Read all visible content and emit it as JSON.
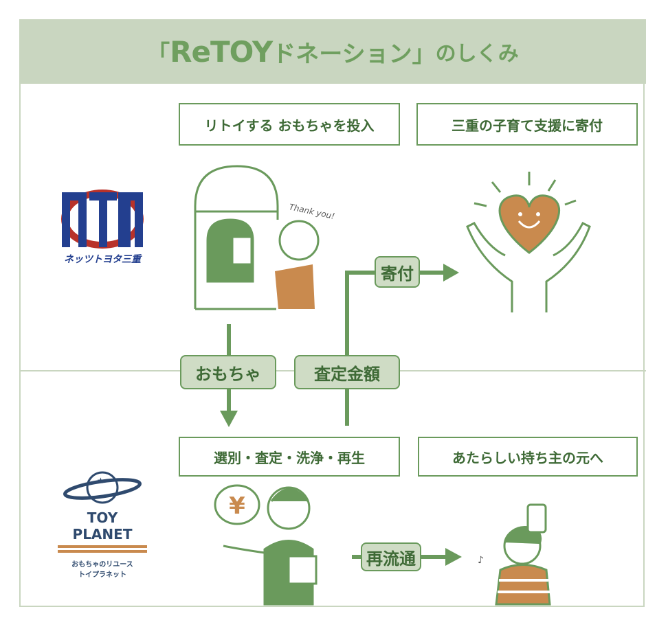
{
  "header": {
    "bracket_open": "「",
    "logo": "ReTOY",
    "title_rest": "ドネーション",
    "bracket_close": "」",
    "suffix": "のしくみ"
  },
  "logos": {
    "netz": {
      "mark": "NTM",
      "name": "ネッツトヨタ三重"
    },
    "toyplanet": {
      "name": "TOY PLANET",
      "sub1": "おもちゃのリユース",
      "sub2": "トイプラネット"
    }
  },
  "steps": {
    "top_left": "リトイする おもちゃを投入",
    "top_right": "三重の子育て支援に寄付",
    "bottom_left": "選別・査定・洗浄・再生",
    "bottom_right": "あたらしい持ち主の元へ"
  },
  "flows": {
    "toys": "おもちゃ",
    "appraisal": "査定金額",
    "donation": "寄付",
    "recirculation": "再流通"
  },
  "illustration": {
    "thank_you": "Thank you!",
    "yen": "¥"
  },
  "colors": {
    "green": "#6a9a5c",
    "light": "#c9d6c0",
    "orange": "#c98a4e",
    "navy": "#2f4a6e"
  }
}
